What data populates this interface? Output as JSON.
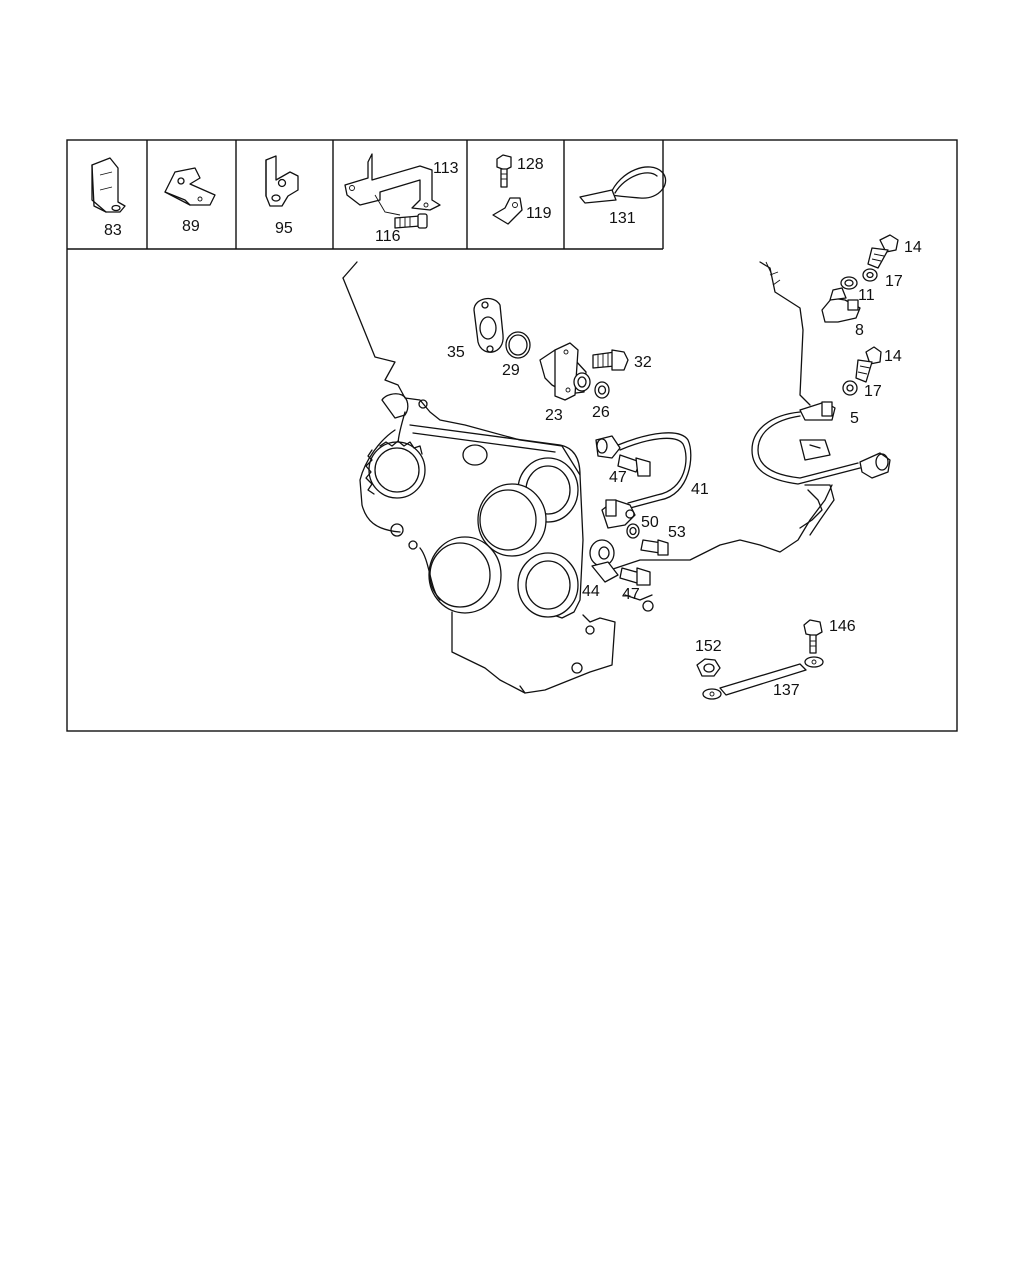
{
  "diagram": {
    "inset_labels": {
      "p83": "83",
      "p89": "89",
      "p95": "95",
      "p113": "113",
      "p116": "116",
      "p128": "128",
      "p119": "119",
      "p131": "131"
    },
    "main_labels": {
      "p14a": "14",
      "p17a": "17",
      "p11": "11",
      "p8": "8",
      "p14b": "14",
      "p17b": "17",
      "p5": "5",
      "p35": "35",
      "p29": "29",
      "p23": "23",
      "p26": "26",
      "p32": "32",
      "p47a": "47",
      "p41": "41",
      "p50": "50",
      "p53": "53",
      "p44": "44",
      "p47b": "47",
      "p152": "152",
      "p146": "146",
      "p137": "137"
    }
  }
}
